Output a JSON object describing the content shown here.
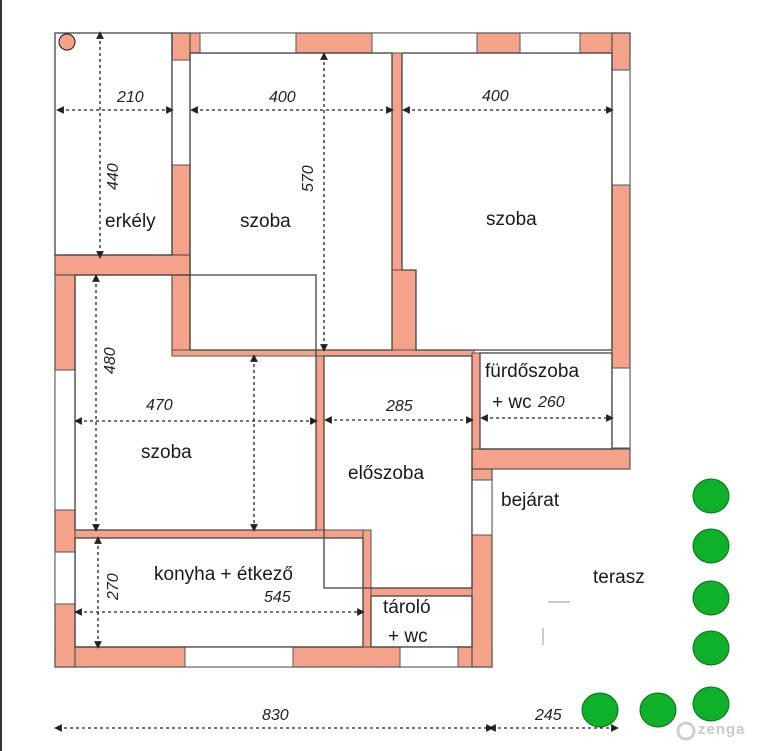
{
  "rooms": {
    "erkely": "erkély",
    "szoba_middle": "szoba",
    "szoba_right": "szoba",
    "szoba_left": "szoba",
    "furdoszoba_line1": "fürdőszoba",
    "furdoszoba_line2": "+ wc",
    "eloszoba": "előszoba",
    "bejarat": "bejárat",
    "terasz": "terasz",
    "konyha": "konyha + étkező",
    "tarolo_line1": "tároló",
    "tarolo_line2": "+ wc"
  },
  "dimensions": {
    "erkely_width": "210",
    "erkely_height": "440",
    "szoba_middle_width": "400",
    "szoba_middle_height": "570",
    "szoba_right_width": "400",
    "szoba_left_height": "480",
    "szoba_left_width": "470",
    "eloszoba_width": "285",
    "furdo_width": "260",
    "konyha_height": "270",
    "konyha_width": "545",
    "total_width": "830",
    "terasz_width": "245"
  },
  "watermark": "zenga",
  "colors": {
    "wall_accent": "#f4a38a",
    "wall_line": "#555555",
    "tree": "#0fb02a",
    "tree_outline": "#0a6e1a",
    "dim_line": "#222222"
  },
  "icons": [
    "plant-pot-icon",
    "tree-icon",
    "logo-icon"
  ]
}
